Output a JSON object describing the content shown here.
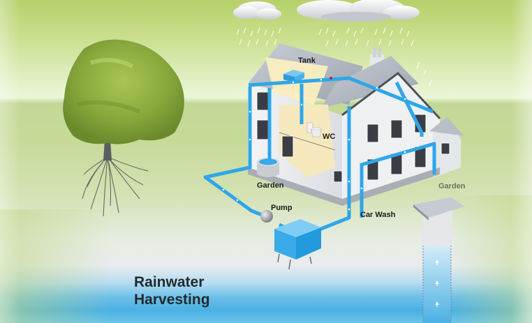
{
  "title": {
    "line1": "Rainwater",
    "line2": "Harvesting"
  },
  "labels": {
    "tank": "Tank",
    "wc": "WC",
    "garden_left": "Garden",
    "pump": "Pump",
    "car_wash": "Car Wash",
    "garden_right": "Garden"
  },
  "colors": {
    "pipe": "#2ea6ea",
    "water_tank": "#4ab3ec",
    "sky_green": "#b5d06a",
    "ground_green": "#c6da98",
    "water_blue": "#4ab0e3",
    "text": "#1f2a30"
  },
  "elements": {
    "clouds": "cloud-icon",
    "rain": "rain-icon",
    "tree": "tree-icon",
    "house": "house-icon",
    "tank": "roof-tank-icon",
    "toilet": "toilet-icon",
    "barrel": "water-barrel-icon",
    "pump": "pump-icon",
    "storage": "underground-tank-icon",
    "well": "well-pipe-icon"
  }
}
